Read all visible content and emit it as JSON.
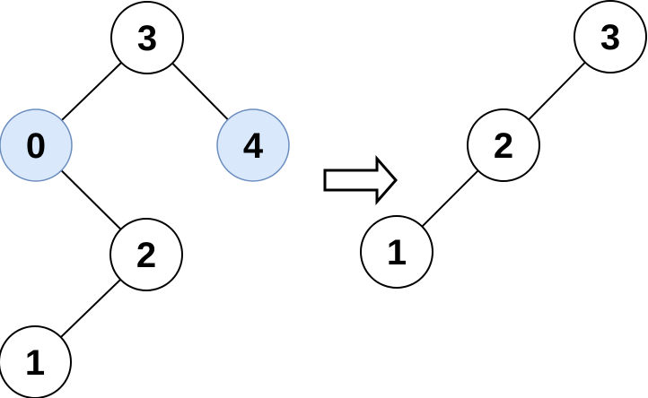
{
  "diagram": {
    "type": "binary-tree-transformation",
    "left_tree": {
      "nodes": [
        {
          "label": "3",
          "highlighted": false
        },
        {
          "label": "0",
          "highlighted": true
        },
        {
          "label": "4",
          "highlighted": true
        },
        {
          "label": "2",
          "highlighted": false
        },
        {
          "label": "1",
          "highlighted": false
        }
      ],
      "edges": [
        {
          "from": "3",
          "to": "0",
          "side": "left"
        },
        {
          "from": "3",
          "to": "4",
          "side": "right"
        },
        {
          "from": "0",
          "to": "2",
          "side": "right"
        },
        {
          "from": "2",
          "to": "1",
          "side": "left"
        }
      ]
    },
    "right_tree": {
      "nodes": [
        {
          "label": "3",
          "highlighted": false
        },
        {
          "label": "2",
          "highlighted": false
        },
        {
          "label": "1",
          "highlighted": false
        }
      ],
      "edges": [
        {
          "from": "3",
          "to": "2",
          "side": "left"
        },
        {
          "from": "2",
          "to": "1",
          "side": "left"
        }
      ]
    },
    "arrow": {
      "direction": "right"
    }
  },
  "colors": {
    "background": "#ffffff",
    "node_fill": "#ffffff",
    "node_stroke": "#000000",
    "node_highlight_fill": "#dae8fc",
    "node_highlight_stroke": "#6c8ebf",
    "edge_color": "#000000"
  }
}
